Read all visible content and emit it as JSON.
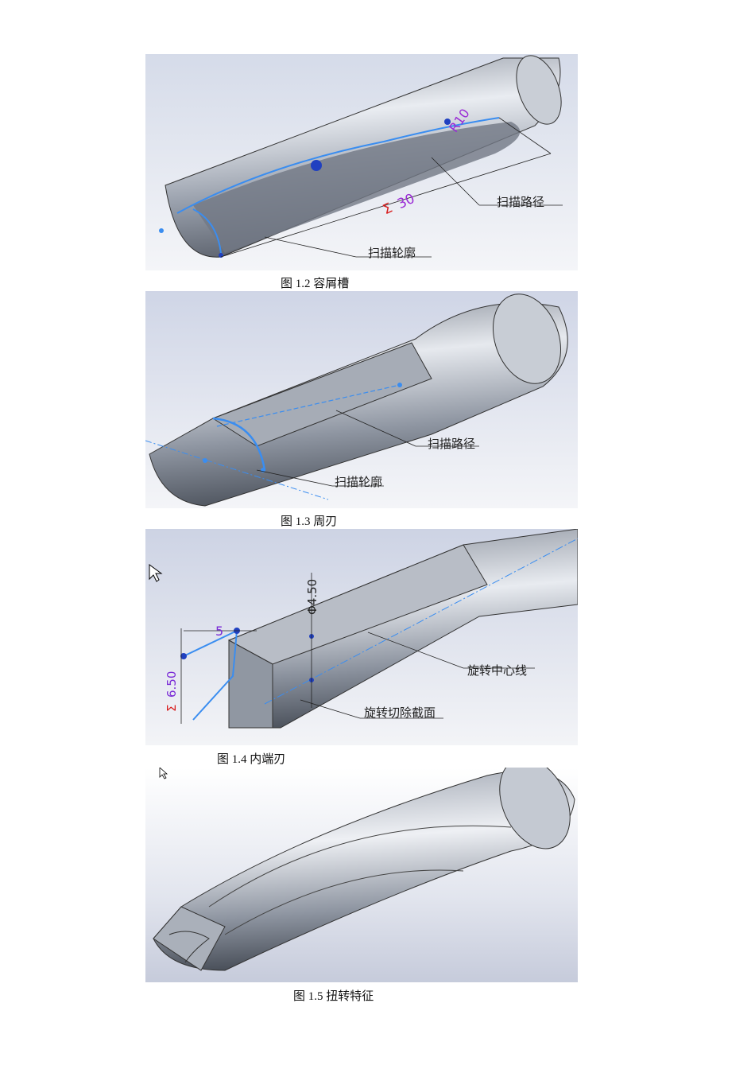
{
  "figures": [
    {
      "caption": "图 1.2 容屑槽",
      "labels": {
        "sweep_path": "扫描路径",
        "sweep_profile": "扫描轮廓"
      },
      "dims": {
        "radius": "R10",
        "length": "30",
        "length_prefix": "Σ"
      }
    },
    {
      "caption": "图 1.3 周刃",
      "labels": {
        "sweep_path": "扫描路径",
        "sweep_profile": "扫描轮廓"
      }
    },
    {
      "caption": "图 1.4 内端刃",
      "labels": {
        "axis": "旋转中心线",
        "section": "旋转切除截面"
      },
      "dims": {
        "width": "5",
        "height": "6.50",
        "height_prefix": "Σ",
        "dia": "Φ4.50"
      }
    },
    {
      "caption": "图 1.5 扭转特征"
    }
  ]
}
